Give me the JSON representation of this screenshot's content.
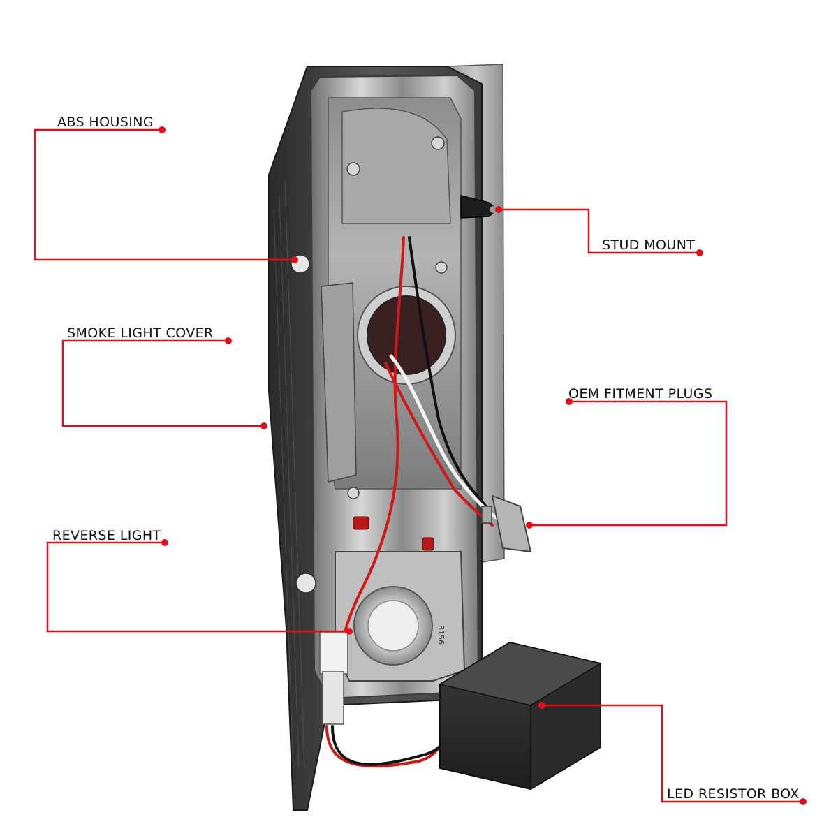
{
  "callouts": {
    "abs_housing": "ABS HOUSING",
    "stud_mount": "STUD MOUNT",
    "smoke_light_cover": "SMOKE LIGHT COVER",
    "oem_fitment_plugs": "OEM FITMENT PLUGS",
    "reverse_light": "REVERSE LIGHT",
    "led_resistor_box": "LED RESISTOR BOX"
  },
  "part_markings": {
    "bulb_code": "3156"
  },
  "colors": {
    "callout_line": "#e0101a",
    "callout_dot": "#e0101a",
    "label_text": "#111111",
    "housing_chrome": "#9a9a9a",
    "smoke_lens": "#3a3a3a",
    "resistor_box": "#2b2b2b",
    "wire_red": "#d01818",
    "wire_black": "#111111",
    "wire_white": "#f4f4f4"
  }
}
